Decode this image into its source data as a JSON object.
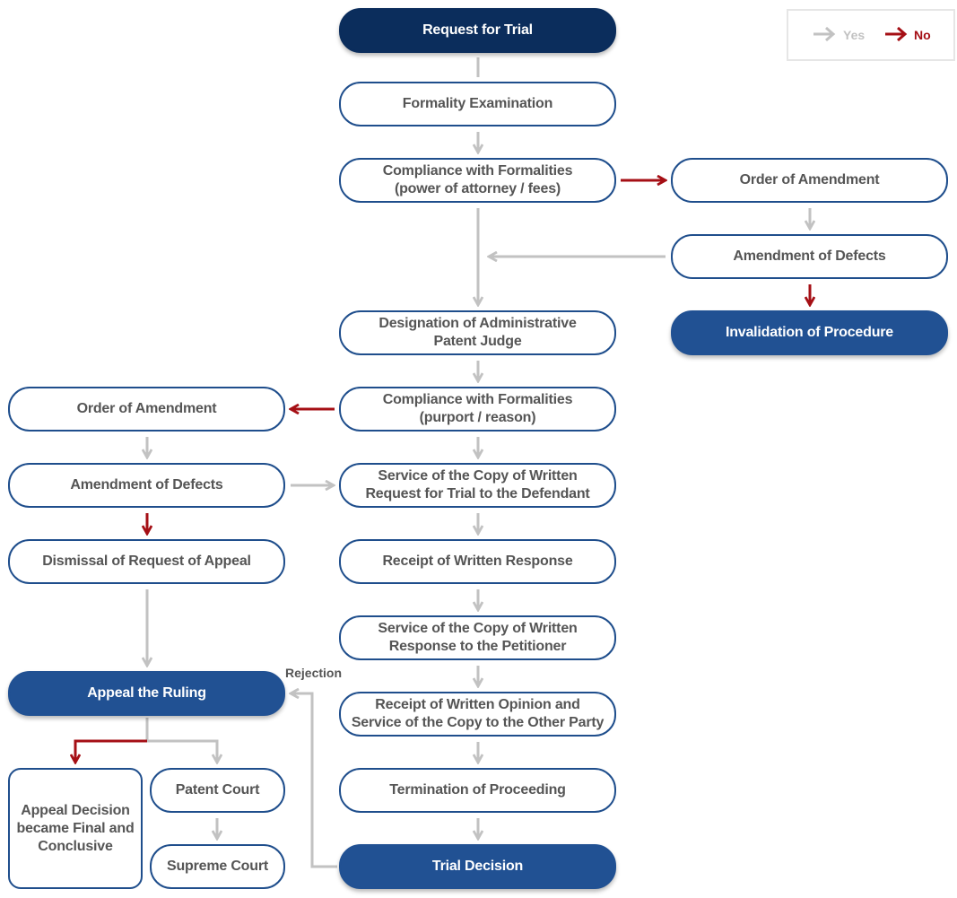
{
  "legend": {
    "yes": "Yes",
    "no": "No"
  },
  "colors": {
    "yes_arrow": "#c2c2c2",
    "no_arrow": "#a50f15",
    "node_border": "#1f4e8c",
    "node_fill": "#215193",
    "start_fill": "#0b2d5c"
  },
  "nodes": {
    "request_trial": "Request for Trial",
    "formality_exam": "Formality Examination",
    "compliance_1": [
      "Compliance with Formalities",
      "(power of attorney / fees)"
    ],
    "order_amend_right": "Order of Amendment",
    "amend_defects_right": "Amendment of Defects",
    "invalidation": "Invalidation of Procedure",
    "designation": [
      "Designation of Administrative",
      "Patent Judge"
    ],
    "compliance_2": [
      "Compliance with Formalities",
      "(purport / reason)"
    ],
    "order_amend_left": "Order of Amendment",
    "amend_defects_left": "Amendment of Defects",
    "dismissal": "Dismissal of Request of Appeal",
    "service_copy_defendant": [
      "Service of the Copy of Written",
      "Request for Trial to the Defendant"
    ],
    "receipt_response": "Receipt of Written Response",
    "service_copy_petitioner": [
      "Service of the Copy of Written",
      "Response to the Petitioner"
    ],
    "receipt_opinion": [
      "Receipt of Written Opinion and",
      "Service of the Copy to the Other Party"
    ],
    "termination": "Termination of Proceeding",
    "trial_decision": "Trial Decision",
    "appeal_ruling": "Appeal the Ruling",
    "appeal_final": [
      "Appeal Decision",
      "became Final and",
      "Conclusive"
    ],
    "patent_court": "Patent Court",
    "supreme_court": "Supreme Court"
  },
  "edge_labels": {
    "rejection": "Rejection"
  }
}
